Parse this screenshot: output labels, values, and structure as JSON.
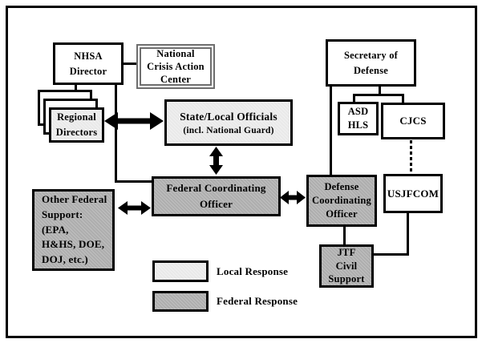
{
  "diagram": {
    "boxes": {
      "nhsa": {
        "label": "NHSA\nDirector"
      },
      "ncac": {
        "label": "National\nCrisis Action\nCenter"
      },
      "regional": {
        "label": "Regional\nDirectors"
      },
      "state_local": {
        "title": "State/Local Officials",
        "subtitle": "(incl. National Guard)"
      },
      "secdef": {
        "label": "Secretary of\nDefense"
      },
      "asd_hls": {
        "label": "ASD\nHLS"
      },
      "cjcs": {
        "label": "CJCS"
      },
      "usjfcom": {
        "label": "USJFCOM"
      },
      "fco": {
        "label": "Federal Coordinating\nOfficer"
      },
      "dco": {
        "label": "Defense\nCoordinating\nOfficer"
      },
      "jtf": {
        "label": "JTF\nCivil\nSupport"
      },
      "other_federal": {
        "label": "Other Federal\nSupport: (EPA,\nH&HS, DOE,\nDOJ, etc.)"
      }
    },
    "legend": {
      "local": "Local Response",
      "federal": "Federal Response"
    },
    "colors": {
      "local_fill": "#e9e9e9",
      "federal_fill": "#aeaeae",
      "line": "#000000",
      "ncac_border": "#6e6e6e"
    }
  }
}
